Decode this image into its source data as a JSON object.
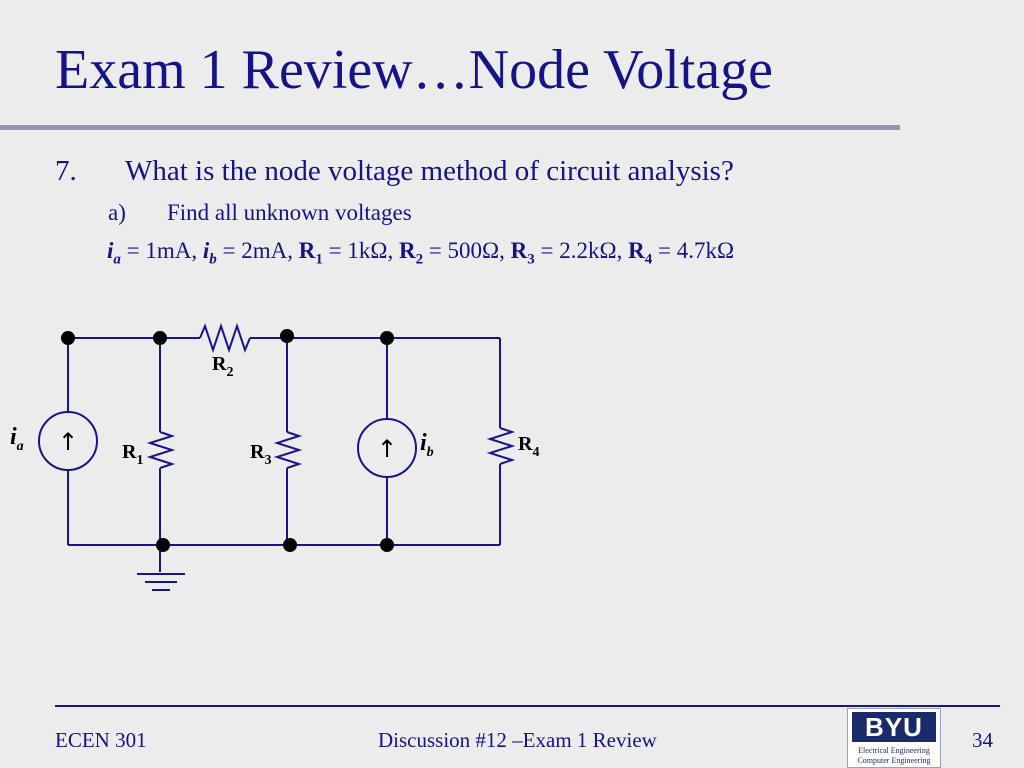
{
  "slide": {
    "title": "Exam 1 Review…Node Voltage",
    "question_number": "7.",
    "question_text": "What is the node voltage method of circuit analysis?",
    "sub_letter": "a)",
    "sub_text": "Find all unknown voltages",
    "given": {
      "ia_sym": "i",
      "ia_sub": "a",
      "ia_val": " = 1mA, ",
      "ib_sym": "i",
      "ib_sub": "b",
      "ib_val": " = 2mA, ",
      "r1_sym": "R",
      "r1_sub": "1",
      "r1_val": " = 1kΩ, ",
      "r2_sym": "R",
      "r2_sub": "2",
      "r2_val": " = 500Ω, ",
      "r3_sym": "R",
      "r3_sub": "3",
      "r3_val": " = 2.2kΩ, ",
      "r4_sym": "R",
      "r4_sub": "4",
      "r4_val": " = 4.7kΩ"
    }
  },
  "circuit": {
    "r1": {
      "main": "R",
      "sub": "1"
    },
    "r2": {
      "main": "R",
      "sub": "2"
    },
    "r3": {
      "main": "R",
      "sub": "3"
    },
    "r4": {
      "main": "R",
      "sub": "4"
    },
    "ia": {
      "main": "i",
      "sub": "a"
    },
    "ib": {
      "main": "i",
      "sub": "b"
    },
    "arrow": "↑"
  },
  "footer": {
    "course": "ECEN 301",
    "center": "Discussion #12 –Exam 1 Review",
    "page": "34"
  },
  "logo": {
    "mark": "BYU",
    "line1": "Electrical Engineering",
    "line2": "Computer Engineering"
  },
  "colors": {
    "text": "#141487",
    "wire": "#16168a",
    "background": "#ececec"
  }
}
